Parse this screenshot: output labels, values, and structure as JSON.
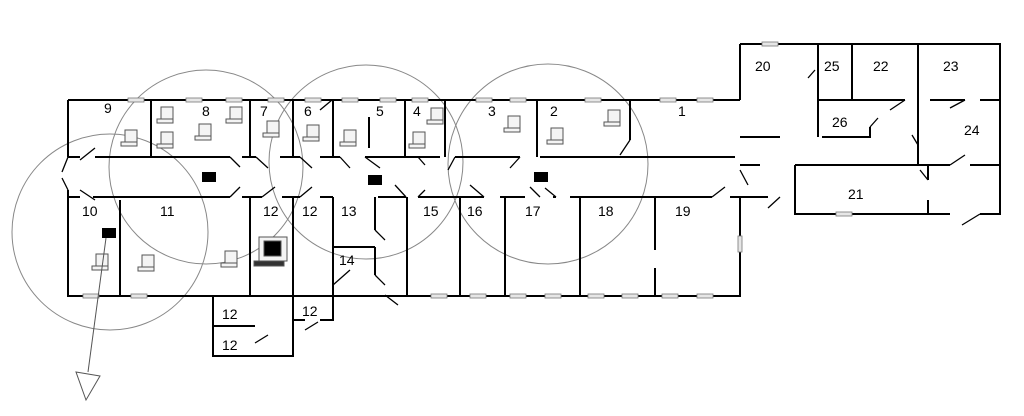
{
  "rooms": {
    "r1": "1",
    "r2": "2",
    "r3": "3",
    "r4": "4",
    "r5": "5",
    "r6": "6",
    "r7": "7",
    "r8": "8",
    "r9": "9",
    "r10": "10",
    "r11": "11",
    "r12a": "12",
    "r12b": "12",
    "r12c": "12",
    "r12d": "12",
    "r12e": "12",
    "r13": "13",
    "r14": "14",
    "r15": "15",
    "r16": "16",
    "r17": "17",
    "r18": "18",
    "r19": "19",
    "r20": "20",
    "r21": "21",
    "r22": "22",
    "r23": "23",
    "r24": "24",
    "r25": "25",
    "r26": "26"
  },
  "access_points": 4,
  "coverage_circles": 4
}
